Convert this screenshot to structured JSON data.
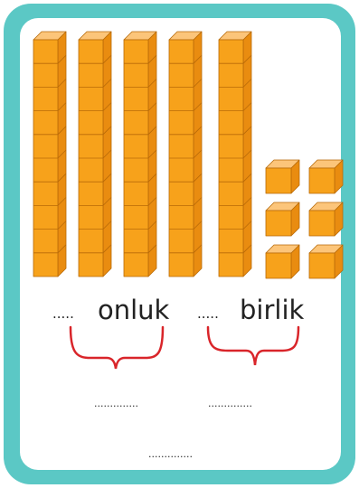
{
  "worksheet": {
    "ten_rods_count": 5,
    "unit_cubes_count": 6,
    "colors": {
      "frame": "#5bc8c5",
      "card": "#ffffff",
      "cube_front": "#f7a21b",
      "cube_top": "#fcc57a",
      "cube_side": "#e98c10",
      "cube_edge": "#b86a08",
      "brace": "#d9252a"
    },
    "tens_blank": ".....",
    "tens_label": "onluk",
    "ones_blank": ".....",
    "ones_label": "birlik",
    "answer_blank_left": "..............",
    "answer_blank_right": "..............",
    "answer_blank_total": ".............."
  }
}
